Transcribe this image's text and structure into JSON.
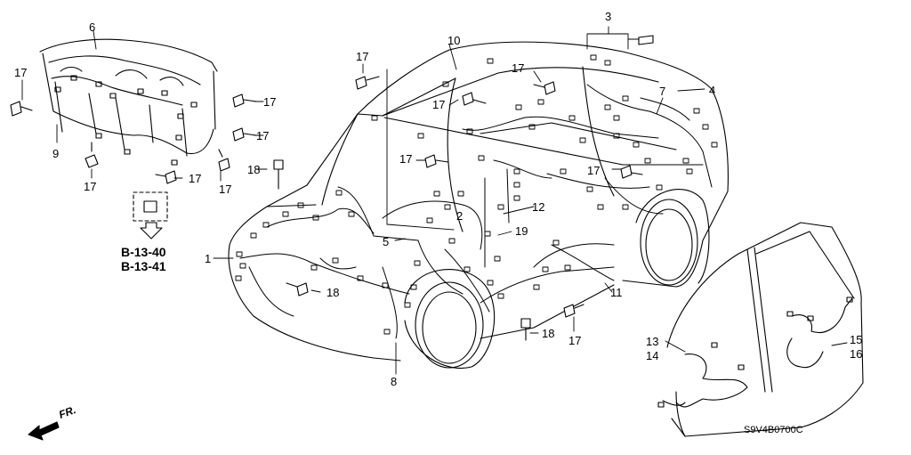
{
  "part_labels": [
    "1",
    "2",
    "3",
    "4",
    "5",
    "6",
    "7",
    "8",
    "9",
    "10",
    "11",
    "12",
    "13",
    "14",
    "15",
    "16",
    "17",
    "18",
    "19"
  ],
  "bolt_labels": [
    "17",
    "17",
    "17",
    "17",
    "17",
    "17",
    "17",
    "17",
    "17",
    "17",
    "17",
    "18",
    "18",
    "18"
  ],
  "reference_links": [
    "B-13-40",
    "B-13-41"
  ],
  "front_indicator": "FR.",
  "diagram_code": "S9V4B0700C",
  "colors": {
    "line": "#000000",
    "background": "#ffffff"
  }
}
